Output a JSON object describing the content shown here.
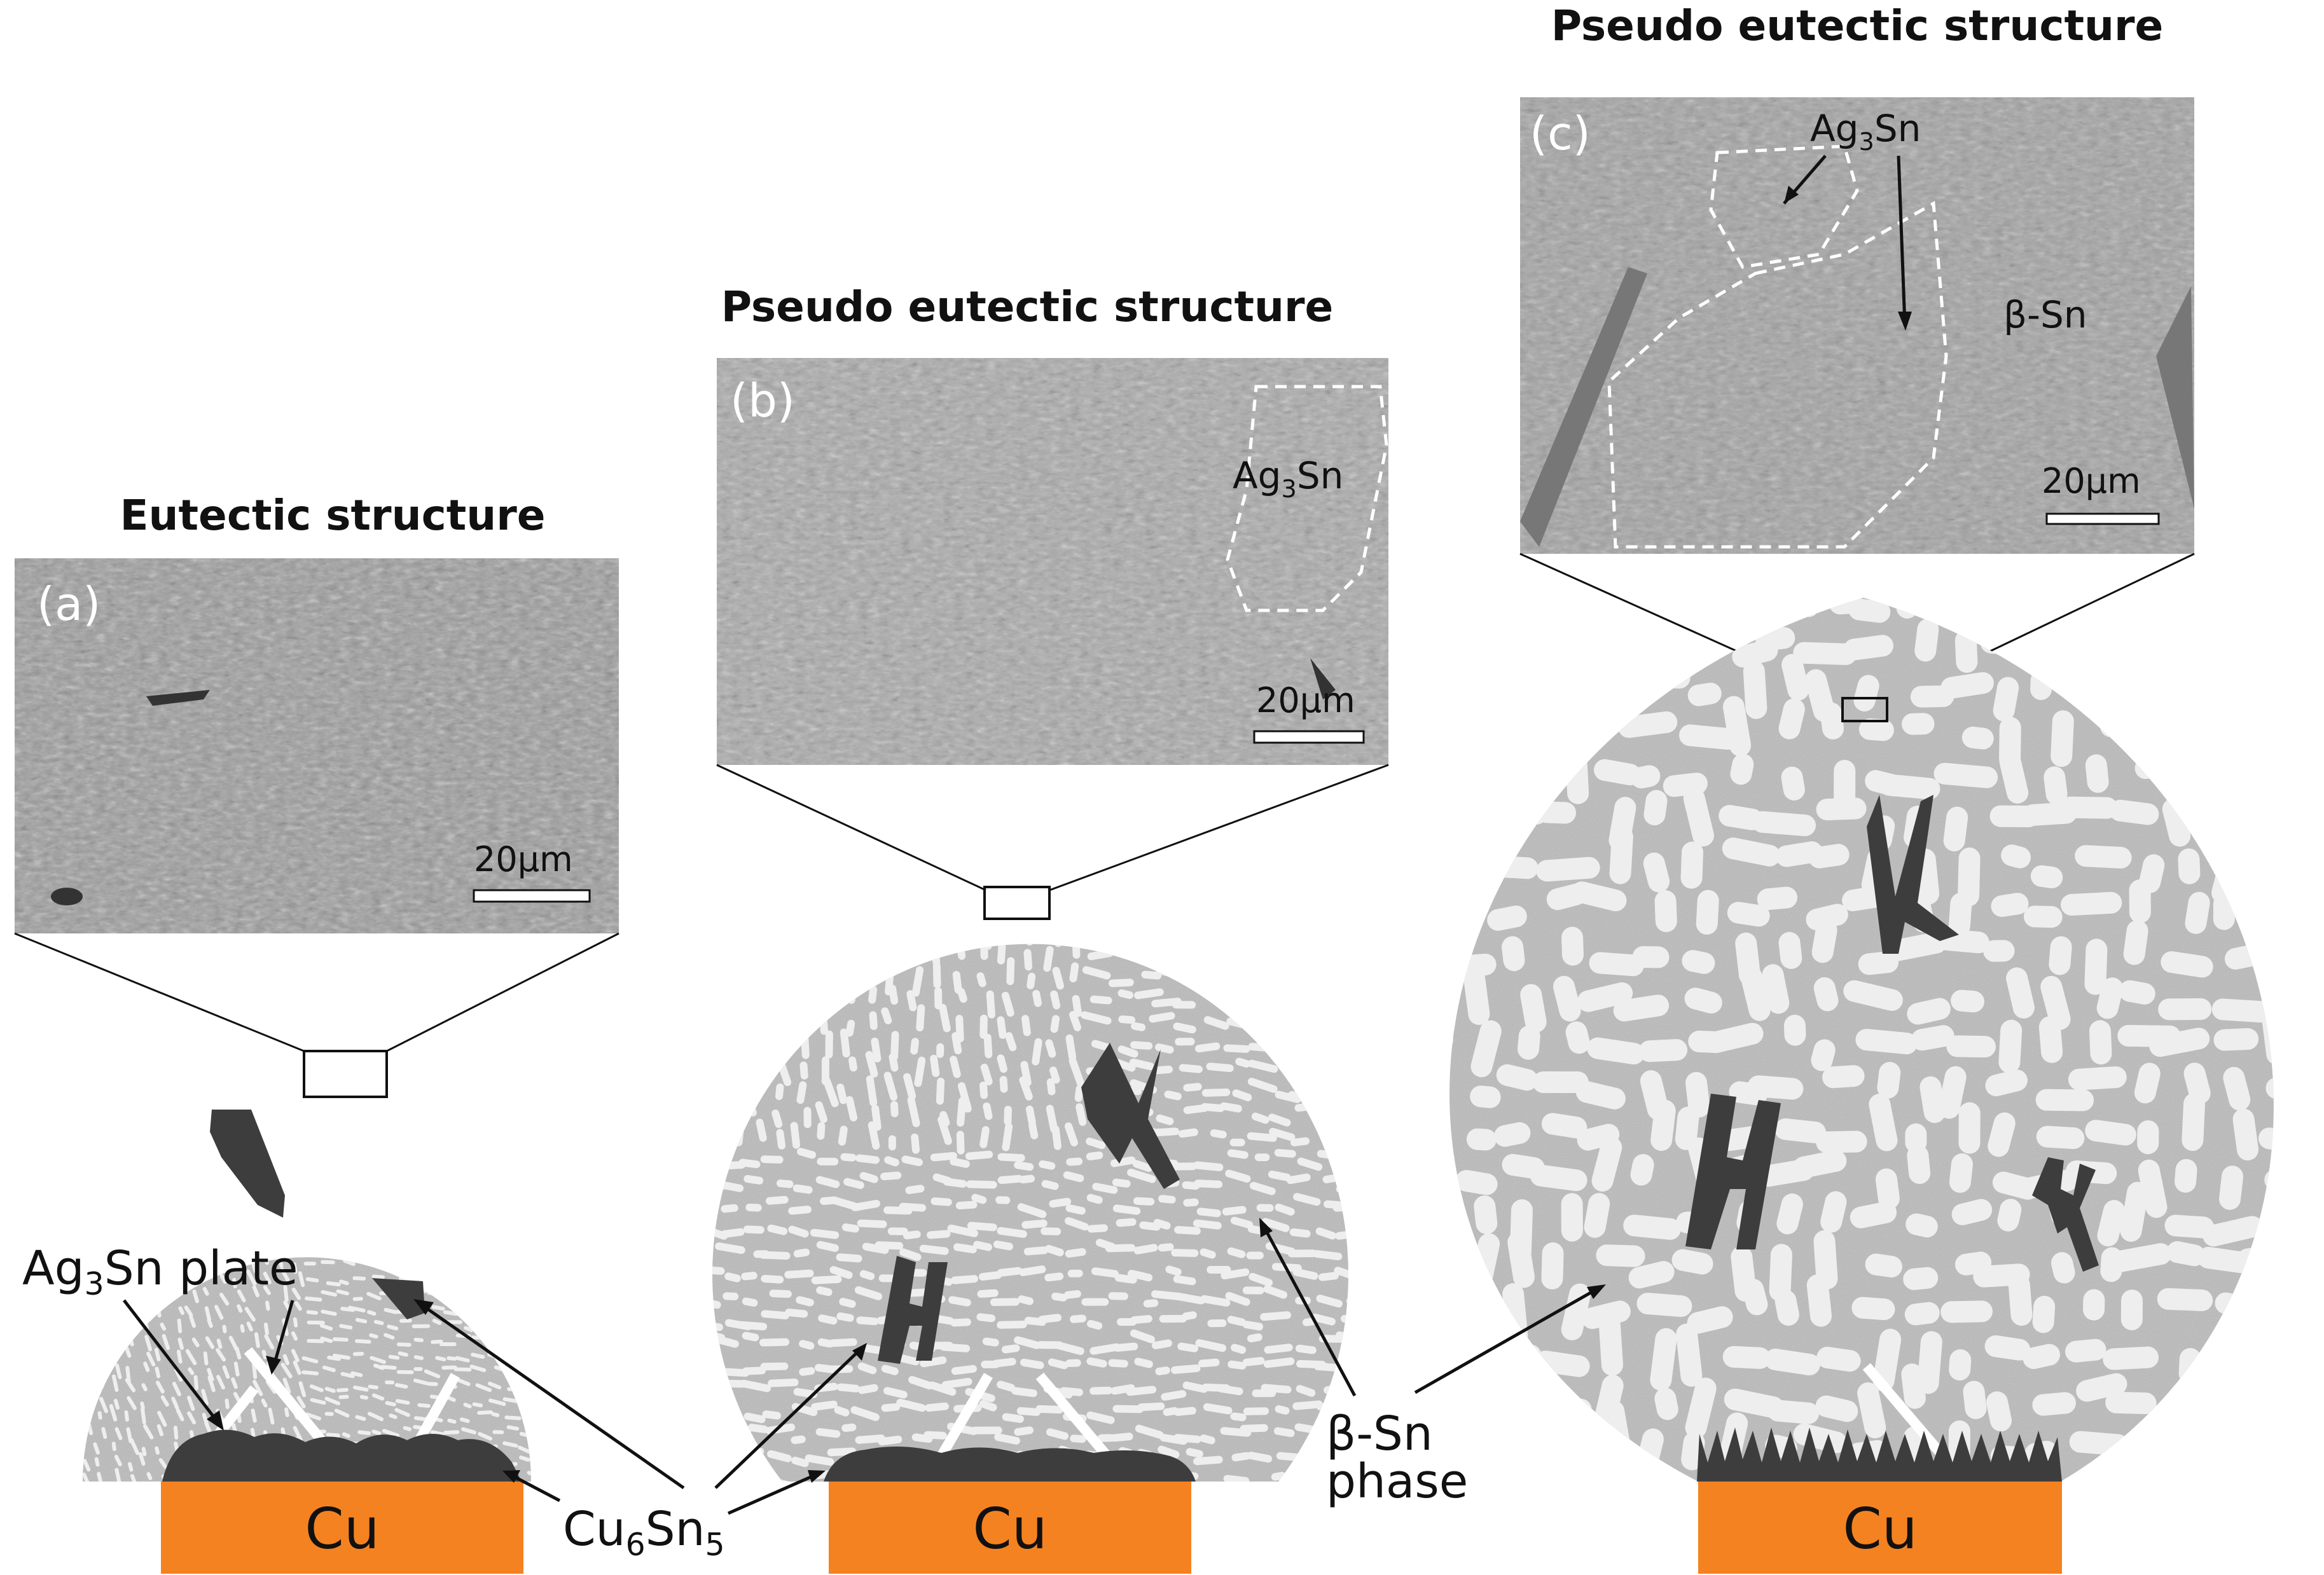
{
  "panels": [
    {
      "id": "a",
      "letter": "(a)",
      "title": "Eutectic structure",
      "scale": "20µm"
    },
    {
      "id": "b",
      "letter": "(b)",
      "title": "Pseudo eutectic structure",
      "scale": "20µm",
      "phase_label": {
        "main": "Ag",
        "sub": "3",
        "tail": "Sn"
      }
    },
    {
      "id": "c",
      "letter": "(c)",
      "title": "Pseudo eutectic structure",
      "scale": "20µm",
      "phase_label": {
        "main": "Ag",
        "sub": "3",
        "tail": "Sn"
      },
      "matrix_label": "β-Sn"
    }
  ],
  "substrates": [
    "Cu",
    "Cu",
    "Cu"
  ],
  "callouts": {
    "ag3sn_plate": {
      "main": "Ag",
      "sub": "3",
      "tail": "Sn plate"
    },
    "cu6sn5": {
      "a": "Cu",
      "b": "6",
      "c": "Sn",
      "d": "5"
    },
    "beta_sn_line1": "β-Sn",
    "beta_sn_line2": "phase"
  },
  "colors": {
    "copper": "#f58220",
    "imc": "#3d3d3d",
    "solder": "#c8c8c8",
    "sn_dendrite": "#eeeeee",
    "micrograph": "#9a9a9a"
  }
}
